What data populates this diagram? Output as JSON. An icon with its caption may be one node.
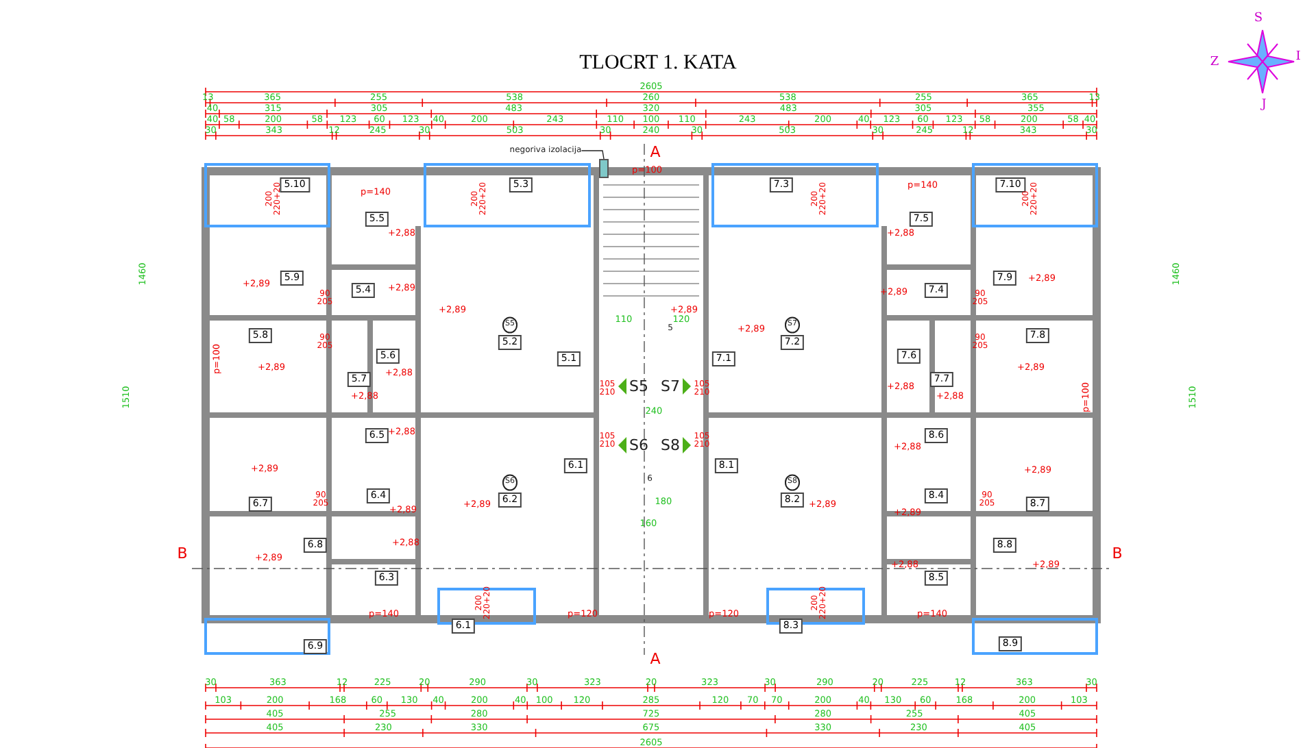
{
  "diagram": {
    "title": "TLOCRT 1. KATA",
    "nodes": [
      {
        "text": [
          "negoriva izolacija"
        ]
      },
      {
        "text": [],
        "shape": "bar"
      }
    ],
    "edges": [
      {
        "from": 0,
        "to": 1,
        "arrow": "none"
      }
    ],
    "labels": [
      "S",
      "Z",
      "I",
      "J",
      "2605",
      "13",
      "365",
      "255",
      "538",
      "260",
      "538",
      "255",
      "365",
      "13",
      "40",
      "315",
      "305",
      "483",
      "320",
      "483",
      "305",
      "355",
      "40",
      "58",
      "200",
      "58",
      "123",
      "60",
      "123",
      "40",
      "200",
      "243",
      "110",
      "100",
      "110",
      "243",
      "200",
      "40",
      "123",
      "60",
      "123",
      "58",
      "200",
      "58",
      "40",
      "30",
      "343",
      "12",
      "245",
      "30",
      "503",
      "30",
      "240",
      "30",
      "503",
      "30",
      "245",
      "12",
      "343",
      "30",
      "A",
      "1460",
      "1510",
      "1460",
      "1510",
      "5.10",
      "5.3",
      "5.5",
      "7.3",
      "7.5",
      "7.10",
      "5.9",
      "5.4",
      "7.4",
      "7.9",
      "5.8",
      "5.6",
      "7.6",
      "7.8",
      "5.7",
      "7.7",
      "5.2",
      "5.1",
      "7.1",
      "7.2",
      "S5",
      "S7",
      "S6",
      "S8",
      "S5",
      "S7",
      "S6",
      "S8",
      "+2,88",
      "+2,89",
      "+2,89",
      "+2,89",
      "+2,89",
      "+2,88",
      "+2,88",
      "+2,89",
      "+2,89",
      "+2,89",
      "+2,88",
      "+2,89",
      "+2,88",
      "+2,88",
      "+2,89",
      "105 210",
      "105 210",
      "105 210",
      "105 210",
      "90 205",
      "90 205",
      "90 205",
      "90 205",
      "90 205",
      "90 205",
      "200 220+20",
      "200 220+20",
      "200 220+20",
      "200 220+20",
      "200 220+20",
      "200 220+20",
      "p=140",
      "p=100",
      "p=140",
      "p=100",
      "p=100",
      "p=140",
      "p=120",
      "p=120",
      "p=140",
      "5",
      "110",
      "120",
      "240",
      "6",
      "180",
      "160",
      "6.5",
      "8.6",
      "6.1",
      "8.1",
      "6.2",
      "8.2",
      "6.7",
      "6.4",
      "8.4",
      "8.7",
      "6.8",
      "8.8",
      "6.3",
      "8.5",
      "6.1",
      "8.3",
      "6.9",
      "8.9",
      "+2,88",
      "+2,88",
      "+2,89",
      "+2,89",
      "+2,89",
      "+2,89",
      "+2,89",
      "+2,89",
      "+2,89",
      "+2,88",
      "+2,88",
      "+2,89",
      "B",
      "B",
      "A",
      "30",
      "363",
      "12",
      "225",
      "20",
      "290",
      "30",
      "323",
      "20",
      "323",
      "30",
      "290",
      "20",
      "225",
      "12",
      "363",
      "30",
      "103",
      "200",
      "168",
      "60",
      "130",
      "40",
      "200",
      "40",
      "100",
      "120",
      "285",
      "120",
      "70",
      "70",
      "200",
      "40",
      "130",
      "60",
      "168",
      "200",
      "103",
      "405",
      "255",
      "280",
      "725",
      "280",
      "255",
      "405",
      "405",
      "230",
      "330",
      "675",
      "330",
      "230",
      "405",
      "2605"
    ]
  }
}
